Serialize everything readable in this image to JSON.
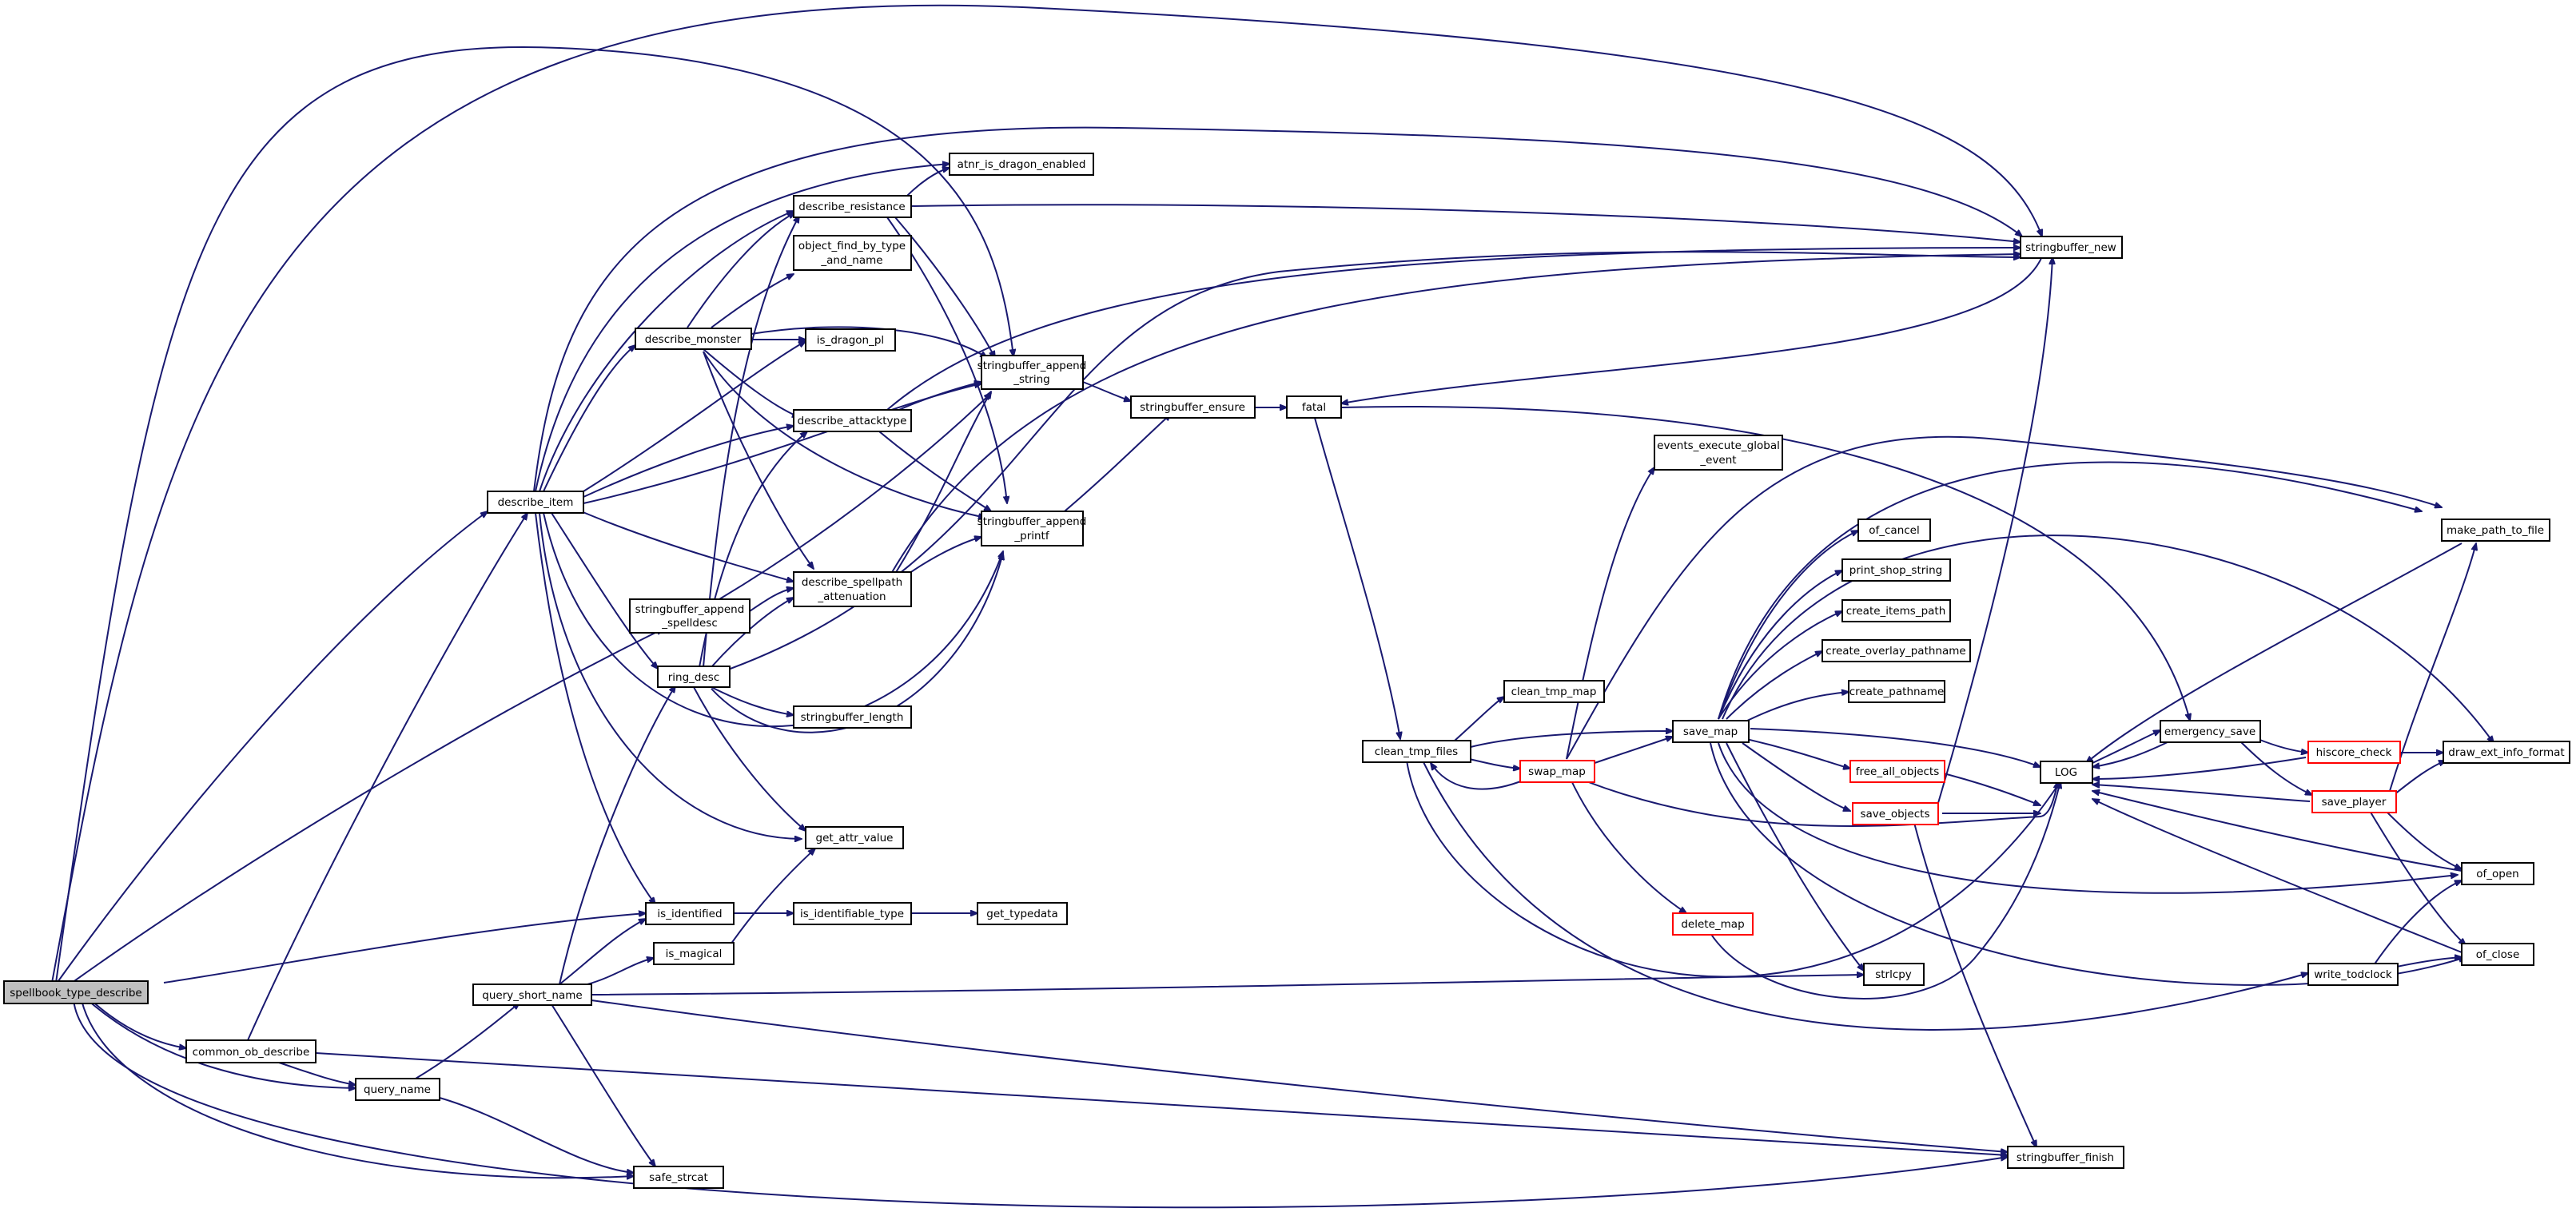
{
  "colors": {
    "edge": "#191970",
    "node_border": "#000000",
    "node_border_truncated": "#ff0000",
    "root_fill": "#bfbfbf",
    "node_fill": "#ffffff"
  },
  "nodes": [
    {
      "id": "spellbook_type_describe",
      "lines": [
        "spellbook_type_describe"
      ],
      "root": true
    },
    {
      "id": "common_ob_describe",
      "lines": [
        "common_ob_describe"
      ]
    },
    {
      "id": "describe_item",
      "lines": [
        "describe_item"
      ]
    },
    {
      "id": "query_name",
      "lines": [
        "query_name"
      ]
    },
    {
      "id": "query_short_name",
      "lines": [
        "query_short_name"
      ]
    },
    {
      "id": "is_identified",
      "lines": [
        "is_identified"
      ]
    },
    {
      "id": "is_magical",
      "lines": [
        "is_magical"
      ]
    },
    {
      "id": "safe_strcat",
      "lines": [
        "safe_strcat"
      ]
    },
    {
      "id": "stringbuffer_append_spelldesc",
      "lines": [
        "stringbuffer_append",
        "_spelldesc"
      ]
    },
    {
      "id": "ring_desc",
      "lines": [
        "ring_desc"
      ]
    },
    {
      "id": "describe_monster",
      "lines": [
        "describe_monster"
      ]
    },
    {
      "id": "describe_resistance",
      "lines": [
        "describe_resistance"
      ]
    },
    {
      "id": "object_find_by_type_and_name",
      "lines": [
        "object_find_by_type",
        "_and_name"
      ]
    },
    {
      "id": "is_dragon_pl",
      "lines": [
        "is_dragon_pl"
      ]
    },
    {
      "id": "describe_attacktype",
      "lines": [
        "describe_attacktype"
      ]
    },
    {
      "id": "describe_spellpath_attenuation",
      "lines": [
        "describe_spellpath",
        "_attenuation"
      ]
    },
    {
      "id": "stringbuffer_length",
      "lines": [
        "stringbuffer_length"
      ]
    },
    {
      "id": "get_attr_value",
      "lines": [
        "get_attr_value"
      ]
    },
    {
      "id": "is_identifiable_type",
      "lines": [
        "is_identifiable_type"
      ]
    },
    {
      "id": "get_typedata",
      "lines": [
        "get_typedata"
      ]
    },
    {
      "id": "atnr_is_dragon_enabled",
      "lines": [
        "atnr_is_dragon_enabled"
      ]
    },
    {
      "id": "stringbuffer_append_string",
      "lines": [
        "stringbuffer_append",
        "_string"
      ]
    },
    {
      "id": "stringbuffer_append_printf",
      "lines": [
        "stringbuffer_append",
        "_printf"
      ]
    },
    {
      "id": "stringbuffer_ensure",
      "lines": [
        "stringbuffer_ensure"
      ]
    },
    {
      "id": "fatal",
      "lines": [
        "fatal"
      ]
    },
    {
      "id": "clean_tmp_files",
      "lines": [
        "clean_tmp_files"
      ]
    },
    {
      "id": "clean_tmp_map",
      "lines": [
        "clean_tmp_map"
      ]
    },
    {
      "id": "swap_map",
      "lines": [
        "swap_map"
      ],
      "truncated": true
    },
    {
      "id": "events_execute_global_event",
      "lines": [
        "events_execute_global",
        "_event"
      ]
    },
    {
      "id": "save_map",
      "lines": [
        "save_map"
      ]
    },
    {
      "id": "delete_map",
      "lines": [
        "delete_map"
      ],
      "truncated": true
    },
    {
      "id": "of_cancel",
      "lines": [
        "of_cancel"
      ]
    },
    {
      "id": "print_shop_string",
      "lines": [
        "print_shop_string"
      ]
    },
    {
      "id": "create_items_path",
      "lines": [
        "create_items_path"
      ]
    },
    {
      "id": "create_overlay_pathname",
      "lines": [
        "create_overlay_pathname"
      ]
    },
    {
      "id": "create_pathname",
      "lines": [
        "create_pathname"
      ]
    },
    {
      "id": "free_all_objects",
      "lines": [
        "free_all_objects"
      ],
      "truncated": true
    },
    {
      "id": "save_objects",
      "lines": [
        "save_objects"
      ],
      "truncated": true
    },
    {
      "id": "strlcpy",
      "lines": [
        "strlcpy"
      ]
    },
    {
      "id": "stringbuffer_new",
      "lines": [
        "stringbuffer_new"
      ]
    },
    {
      "id": "stringbuffer_finish",
      "lines": [
        "stringbuffer_finish"
      ]
    },
    {
      "id": "LOG",
      "lines": [
        "LOG"
      ]
    },
    {
      "id": "emergency_save",
      "lines": [
        "emergency_save"
      ]
    },
    {
      "id": "write_todclock",
      "lines": [
        "write_todclock"
      ]
    },
    {
      "id": "hiscore_check",
      "lines": [
        "hiscore_check"
      ],
      "truncated": true
    },
    {
      "id": "save_player",
      "lines": [
        "save_player"
      ],
      "truncated": true
    },
    {
      "id": "make_path_to_file",
      "lines": [
        "make_path_to_file"
      ]
    },
    {
      "id": "draw_ext_info_format",
      "lines": [
        "draw_ext_info_format"
      ]
    },
    {
      "id": "of_open",
      "lines": [
        "of_open"
      ]
    },
    {
      "id": "of_close",
      "lines": [
        "of_close"
      ]
    }
  ]
}
